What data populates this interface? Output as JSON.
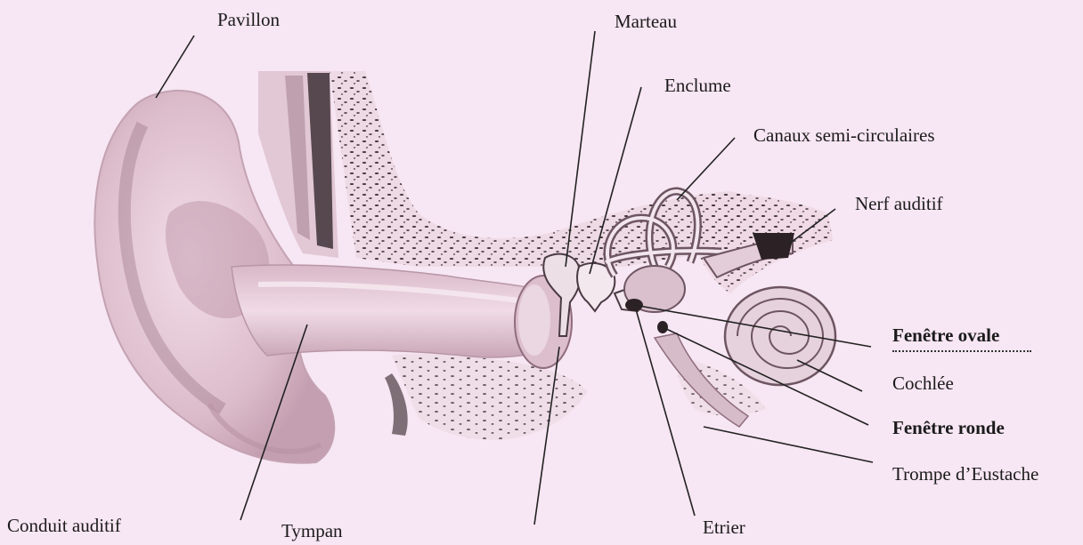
{
  "labels": {
    "pavillon": "Pavillon",
    "marteau": "Marteau",
    "enclume": "Enclume",
    "canaux": "Canaux semi-circulaires",
    "nerf": "Nerf auditif",
    "fenetre_ovale": "Fenêtre ovale",
    "cochlee": "Cochlée",
    "fenetre_ronde": "Fenêtre ronde",
    "trompe": "Trompe d’Eustache",
    "conduit": "Conduit auditif",
    "tympan": "Tympan",
    "etrier": "Etrier"
  },
  "colors": {
    "background": "#f7e6f3",
    "ear_skin": "#e8cfdc",
    "ear_shadow": "#a98496",
    "bone_speckle": "#3b2f33",
    "leader_line": "#222222"
  }
}
